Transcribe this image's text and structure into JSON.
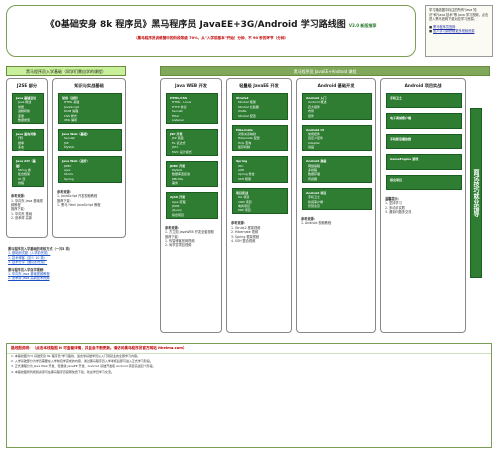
{
  "title": "《0基础安身 8k 程序员》黑马程序员 JavaEE+3G/Android 学习路线图",
  "version": "V3.0 新版推荐",
  "subtitle": "（黑马程序员训练营中的阶段等级 70%，从\"入学前基本\"开始！分钟、不 90 秒的环节（分钟）",
  "note": {
    "text": "学习路线图中标注的所有\"Java 知识\"和\"Java 技术\"等 Java 学习视频，点击进入黑马官网下载对应学习资源。",
    "links": [
      "黑马程序员官网",
      "加入学习群获取更多视频资源"
    ]
  },
  "headers": {
    "left": "黑马程序员入学基础（同学们需自学的课程）",
    "right": "黑马程序员 JavaEE+Android 课程"
  },
  "columns": [
    {
      "title": "J2SE 部分",
      "boxes": [
        {
          "head": "Java 基础语法",
          "lines": [
            "Java 概述",
            "常量",
            "进制转换",
            "变量",
            "数据类型"
          ]
        },
        {
          "head": "Java 面向对象（下）",
          "lines": [
            "继承",
            "多态",
            "接口"
          ]
        },
        {
          "head": "Java API（基础）",
          "lines": [
            "String 类",
            "集合框架",
            "IO 流",
            "线程",
            "GUI"
          ]
        }
      ],
      "notes": [
        "参考资源：",
        "1. 毕向东 Java 基础视频教程",
        "推荐下载：",
        "1. 毕向东 基础",
        "2. 张孝祥 高新"
      ]
    },
    {
      "title": "知识与实战基础",
      "boxes": [
        {
          "head": "常用（进阶）",
          "lines": [
            "HTML 基础",
            "JavaScript",
            "DOM 编程",
            "CSS 样式",
            "XML 解析"
          ]
        },
        {
          "head": "Java Web（基础）",
          "lines": [
            "Servlet",
            "JSP",
            "MySQL"
          ]
        },
        {
          "head": "Java Web（进阶）",
          "lines": [
            "JDBC",
            "Ajax",
            "Struts",
            "Spring"
          ]
        }
      ],
      "notes": [
        "参考资源：",
        "1. JavaScript 开发视频教程",
        "推荐下载：",
        "1. 黑马 Html JavaScript 教程"
      ]
    },
    {
      "title": "Java WEB 开发",
      "boxes": [
        {
          "head": "HTML/CSS",
          "lines": [
            "HTML · Linux",
            "HTTP 协议",
            "Servlet",
            "Filter",
            "Listener"
          ]
        },
        {
          "head": "JSP 开发",
          "lines": [
            "JSP 页面",
            "EL 表达式",
            "JSTL",
            "MVC 设计模式"
          ]
        },
        {
          "head": "JDBC 开发",
          "lines": [
            "MySQL",
            "数据库连接池",
            "DBUtils",
            "事务"
          ]
        },
        {
          "head": "AJAX 开发",
          "lines": [
            "Ajax 原理",
            "JSON",
            "jQuery",
            "综合项目"
          ]
        }
      ],
      "notes": [
        "参考资源：",
        "1. 方立勋 JavaWEB 开发全套视频",
        "推荐下载：",
        "1. 传智博客官网视频",
        "2. 尚学堂项目视频"
      ]
    },
    {
      "title": "轻量级 JavaEE 开发",
      "boxes": [
        {
          "head": "Struts2",
          "lines": [
            "Struts2 框架",
            "Struts2 拦截器",
            "OGNL",
            "Struts2 配置"
          ]
        },
        {
          "head": "Hibernate",
          "lines": [
            "对象关系映射",
            "Hibernate 配置",
            "HQL 查询",
            "缓存机制"
          ]
        },
        {
          "head": "Spring",
          "lines": [
            "IOC",
            "AOP",
            "Spring 整合",
            "SSH 框架"
          ]
        },
        {
          "head": "项目实战",
          "lines": [
            "OA 项目",
            "CRM 项目",
            "电商项目",
            "ERP 项目"
          ]
        }
      ],
      "notes": [
        "参考资源：",
        "1. Struts2 框架视频",
        "2. Hibernate 视频",
        "3. Spring 框架视频",
        "4. SSH 整合视频"
      ]
    },
    {
      "title": "Android 基础开发",
      "boxes": [
        {
          "head": "Android 入门",
          "lines": [
            "Android 概述",
            "四大组件",
            "布局",
            "控件"
          ]
        },
        {
          "head": "Android UI",
          "lines": [
            "常用控件",
            "自定义控件",
            "Adapter",
            "动画"
          ]
        },
        {
          "head": "Android 高级",
          "lines": [
            "网络编程",
            "多线程",
            "数据存储",
            "传感器"
          ]
        },
        {
          "head": "Android 项目",
          "lines": [
            "手机卫士",
            "新闻客户端",
            "智慧北京"
          ]
        }
      ],
      "notes": [
        "参考资源：",
        "1. Android 视频教程"
      ]
    },
    {
      "title": "Android 项目实战",
      "boxes": [
        {
          "head": "手机卫士",
          "lines": []
        },
        {
          "head": "电子商城客户端",
          "lines": []
        },
        {
          "head": "手机影音播放器",
          "lines": []
        },
        {
          "head": "GameEngine 游戏",
          "lines": []
        },
        {
          "head": "综合项目",
          "lines": []
        }
      ],
      "notes": [
        "温馨提示：",
        "1. 坚持学习",
        "2. 多动手实践",
        "3. 遇到问题多交流"
      ]
    }
  ],
  "slogan": "面试技巧就业指导",
  "left_intro": {
    "heading": "黑马程序员入学基础的考核方式（一共5 项）",
    "items": [
      "1. 基础测试题（入学前完成）",
      "2. 技术博客（至少 10 篇）",
      "3. 技术分享（面试前完成）"
    ],
    "heading2": "黑马程序员入学自学视频：",
    "items2": [
      "1. 毕向东 Java 基础视频教程",
      "2. 张孝祥 Java 高新技术视频"
    ]
  },
  "bottom": {
    "title": "路线图说明：（点击本线路图 It 可查看详情，并且会不断更新。请访问黑马程序员官方网站 itheima.com）",
    "lines": [
      "1. 本路线图为\"0 基础安身 8k 程序员\"学习路线，适合零基础学员从入门到就业的全部学习内容。",
      "2. 入学基础部分为学员需要在入学前自学完成的内容，通过黑马程序员入学考核后即可进入正式学习阶段。",
      "3. 正式课程分为 Java Web 开发、轻量级 JavaEE 开发、Android 基础开发和 Android 项目实战四个阶段。",
      "4. 本路线图所列视频资源可在黑马程序员官网免费下载，欢迎学员学习交流。"
    ]
  },
  "colors": {
    "green": "#2e7d32",
    "header_light": "#c8f09a",
    "header_dark": "#7fa85a",
    "accent_red": "#c00000"
  }
}
